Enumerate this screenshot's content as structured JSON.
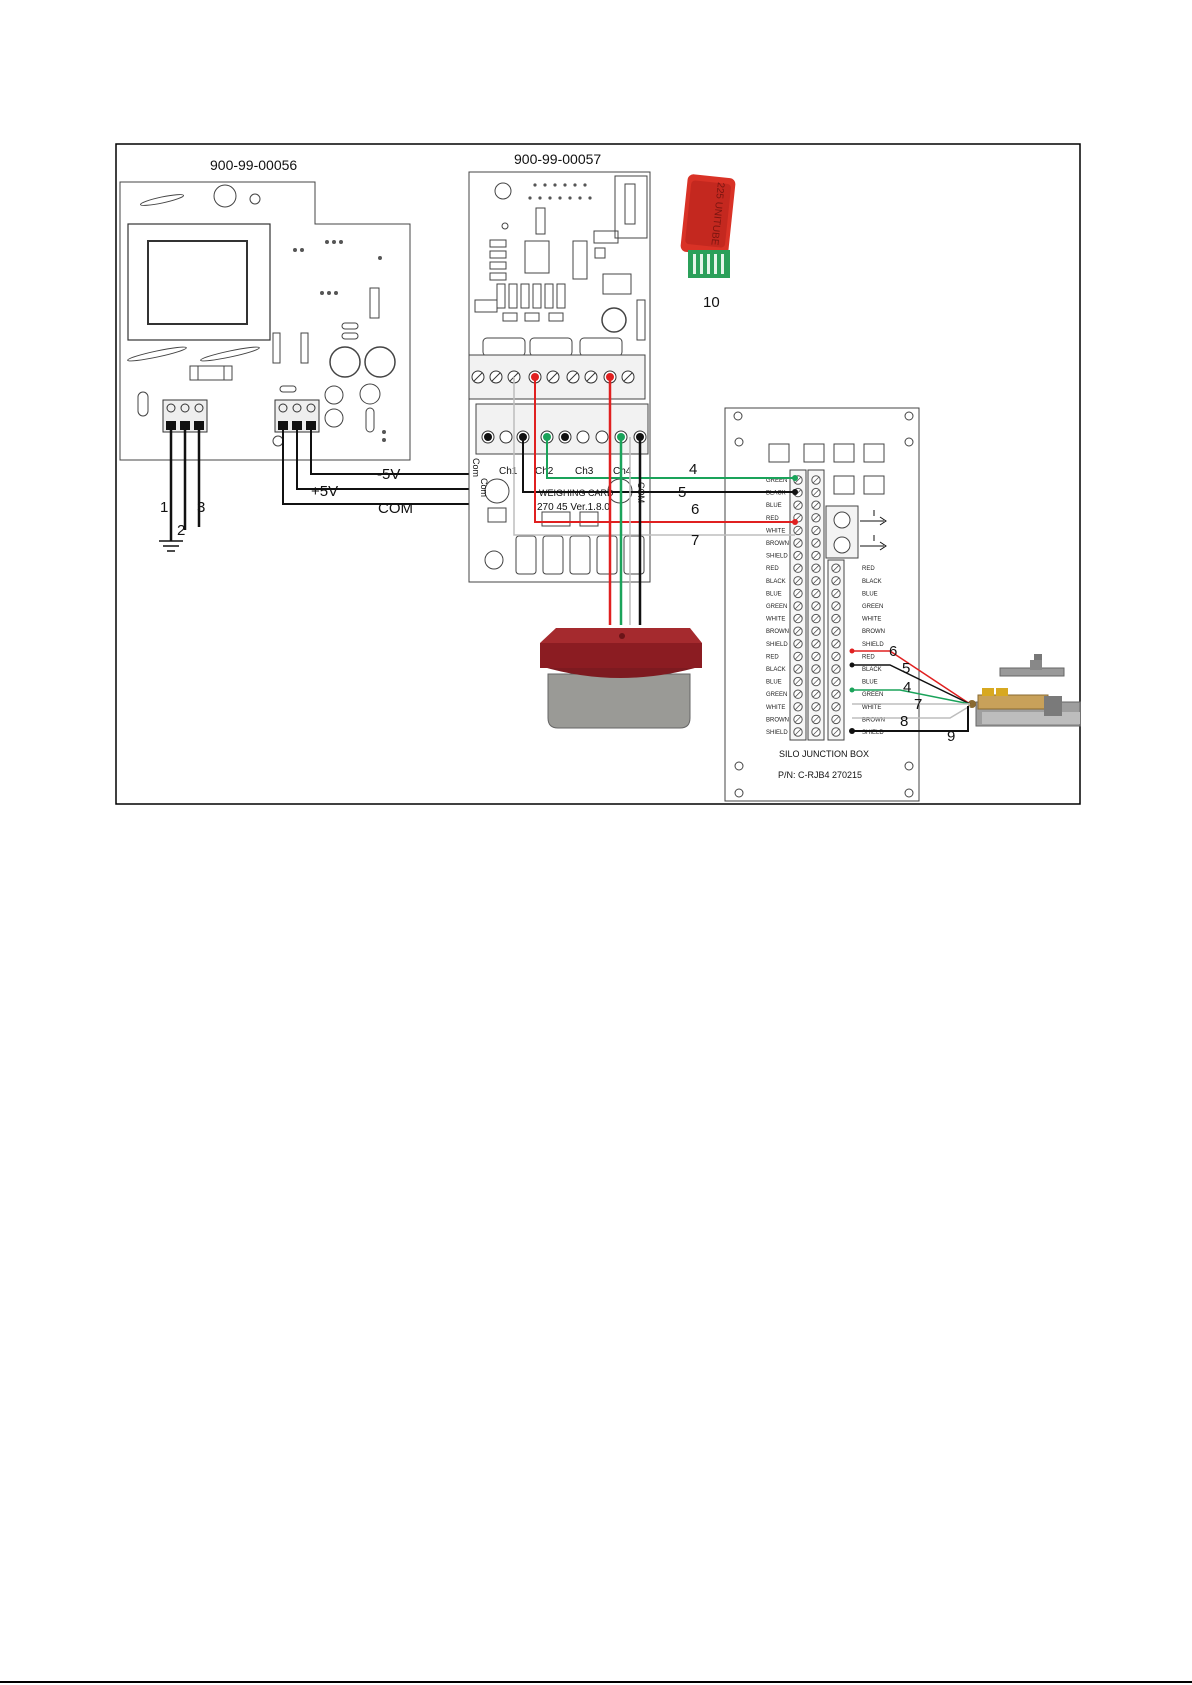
{
  "boards": {
    "power_board": {
      "part_number": "900-99-00056"
    },
    "weighing_board": {
      "part_number": "900-99-00057",
      "card_line1": "WEIGHING CARD",
      "card_line2": "270 45 Ver.1.8.0",
      "channels": [
        "Ch1",
        "Ch2",
        "Ch3",
        "Ch4"
      ],
      "com_labels": [
        "Com",
        "Com",
        "COM"
      ]
    },
    "usb_stick": {
      "number": "10",
      "text": "225 UNITUBE"
    }
  },
  "power_wires": {
    "minus5v": "-5V",
    "plus5v": "+5V",
    "com": "COM"
  },
  "ground_numbers": [
    "1",
    "2",
    "3"
  ],
  "wire_numbers": {
    "green": "4",
    "black": "5",
    "red": "6",
    "white": "7",
    "brown": "8",
    "shield": "9"
  },
  "junction_box": {
    "title": "SILO JUNCTION BOX",
    "part_number": "P/N: C-RJB4  270215",
    "left_terminals": [
      "GREEN",
      "BLACK",
      "BLUE",
      "RED",
      "WHITE",
      "BROWN",
      "SHIELD",
      "RED",
      "BLACK",
      "BLUE",
      "GREEN",
      "WHITE",
      "BROWN",
      "SHIELD",
      "RED",
      "BLACK",
      "BLUE",
      "GREEN",
      "WHITE",
      "BROWN",
      "SHIELD"
    ],
    "right_terminals": [
      "RED",
      "BLACK",
      "BLUE",
      "GREEN",
      "WHITE",
      "BROWN",
      "SHIELD",
      "RED",
      "BLACK",
      "BLUE",
      "GREEN",
      "WHITE",
      "BROWN",
      "SHIELD"
    ]
  },
  "colors": {
    "wire_red": "#e02020",
    "wire_green": "#1aa35a",
    "wire_black": "#111111",
    "wire_white": "#bdbdbd",
    "loadcell_red": "#8b1c22",
    "usb_red": "#d93226"
  }
}
